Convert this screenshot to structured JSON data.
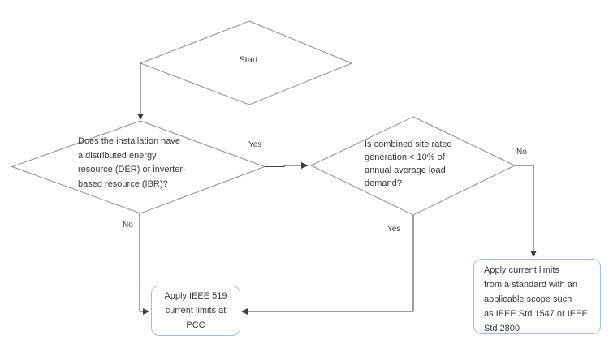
{
  "diagram": {
    "nodes": {
      "start": {
        "label": "Start"
      },
      "der_question": {
        "lines": [
          "Does the installation have",
          "a distributed energy",
          "resource (DER) or inverter-",
          "based resource (IBR)?"
        ]
      },
      "generation_question": {
        "lines": [
          "Is combined site rated",
          "generation < 10% of",
          "annual average load",
          "demand?"
        ]
      },
      "ieee519_action": {
        "lines": [
          "Apply IEEE 519",
          "current limits at",
          "PCC"
        ]
      },
      "standard_action": {
        "lines": [
          "Apply current limits",
          "from a standard with an",
          "applicable scope such",
          "as IEEE Std 1547 or IEEE",
          "Std 2800"
        ]
      }
    },
    "edge_labels": {
      "der_yes": "Yes",
      "der_no": "No",
      "generation_no": "No",
      "generation_yes": "Yes"
    },
    "colors": {
      "background": "#ffffff",
      "diamond_border": "#8f8f8f",
      "box_border": "#a3bce2",
      "line": "#3f3f3f",
      "text": "#3a3a3a"
    }
  }
}
